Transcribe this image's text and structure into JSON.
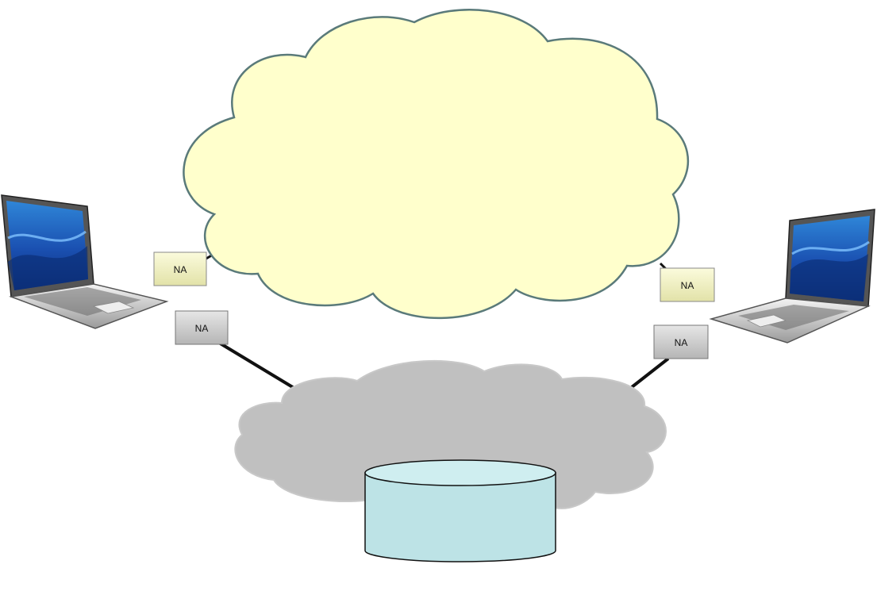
{
  "diagram": {
    "labels": {
      "na_left_yellow": "NA",
      "na_left_gray": "NA",
      "na_right_yellow": "NA",
      "na_right_gray": "NA"
    },
    "colors": {
      "yellow_cloud_fill": "#ffffcc",
      "cloud_stroke": "#5a7a7a",
      "gray_cloud_fill": "#c0c0c0",
      "cylinder_fill": "#bde3e6",
      "na_yellow_fill": "#f2f2c4",
      "na_gray_fill": "#cfcfcf",
      "laptop_screen": "#1f5fbf"
    }
  }
}
